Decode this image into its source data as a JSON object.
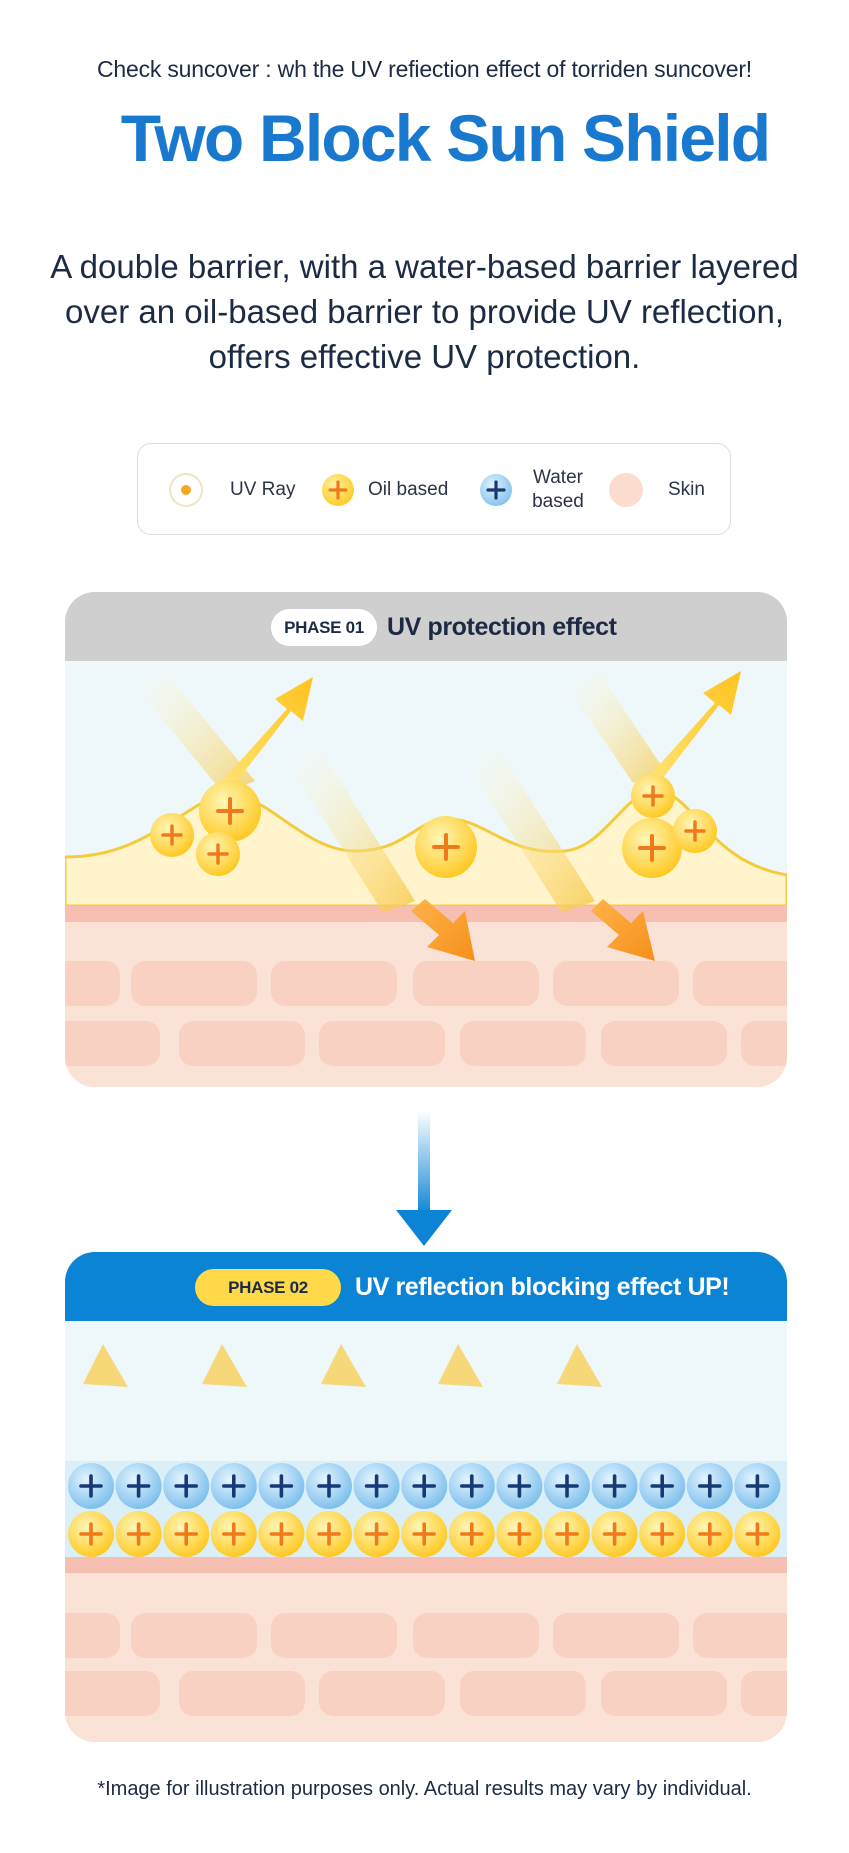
{
  "header": {
    "intro": "Check suncover : wh the UV refiection effect of torriden suncover!",
    "title": "Two Block Sun Shield",
    "description": "A double barrier, with a water-based barrier layered over an oil-based barrier to provide UV reflection, offers effective UV protection."
  },
  "legend": [
    {
      "label": "UV Ray",
      "icon": "uv-ray-dot-icon"
    },
    {
      "label": "Oil based",
      "icon": "oil-plus-icon"
    },
    {
      "label": "Water based",
      "icon": "water-plus-icon"
    },
    {
      "label": "Skin",
      "icon": "skin-dot-icon"
    }
  ],
  "phase1": {
    "badge": "PHASE 01",
    "title": "UV protection effect"
  },
  "phase2": {
    "badge": "PHASE 02",
    "title": "UV reflection blocking effect UP!"
  },
  "footnote": "*Image for illustration purposes only. Actual results may vary by individual.",
  "colors": {
    "brand_blue": "#1879cf",
    "phase1_header": "#cfcfcf",
    "phase2_header": "#0b84d6",
    "oil_yellow": "#ffcf2e",
    "plus_orange": "#f07a1a",
    "water_blue": "#8cc8ef",
    "plus_navy": "#173a73",
    "skin": "#fbe2d7",
    "sky": "#eef8fb"
  }
}
